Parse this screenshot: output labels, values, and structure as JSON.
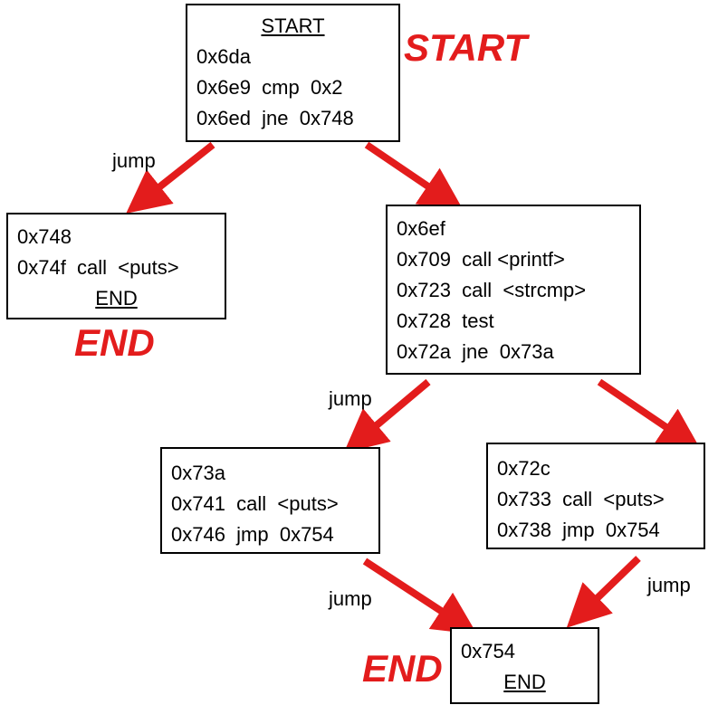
{
  "blocks": {
    "start": {
      "title": "START",
      "lines": [
        "0x6da",
        "0x6e9  cmp  0x2",
        "0x6ed  jne  0x748"
      ]
    },
    "left_end": {
      "lines": [
        "0x748",
        "0x74f  call  <puts>"
      ],
      "footer": "END"
    },
    "middle": {
      "lines": [
        "0x6ef",
        "0x709  call <printf>",
        "0x723  call  <strcmp>",
        "0x728  test",
        "0x72a  jne  0x73a"
      ]
    },
    "bottom_left": {
      "lines": [
        "0x73a",
        "0x741  call  <puts>",
        "0x746  jmp  0x754"
      ]
    },
    "bottom_right": {
      "lines": [
        "0x72c",
        "0x733  call  <puts>",
        "0x738  jmp  0x754"
      ]
    },
    "final_end": {
      "lines": [
        "0x754"
      ],
      "footer": "END"
    }
  },
  "labels": {
    "start_big": "START",
    "end_big_left": "END",
    "end_big_bottom": "END"
  },
  "edges": {
    "jump_1": "jump",
    "jump_2": "jump",
    "jump_3": "jump",
    "jump_4": "jump"
  },
  "colors": {
    "arrow": "#e31c1c",
    "label": "#e31c1c",
    "border": "#000000"
  }
}
